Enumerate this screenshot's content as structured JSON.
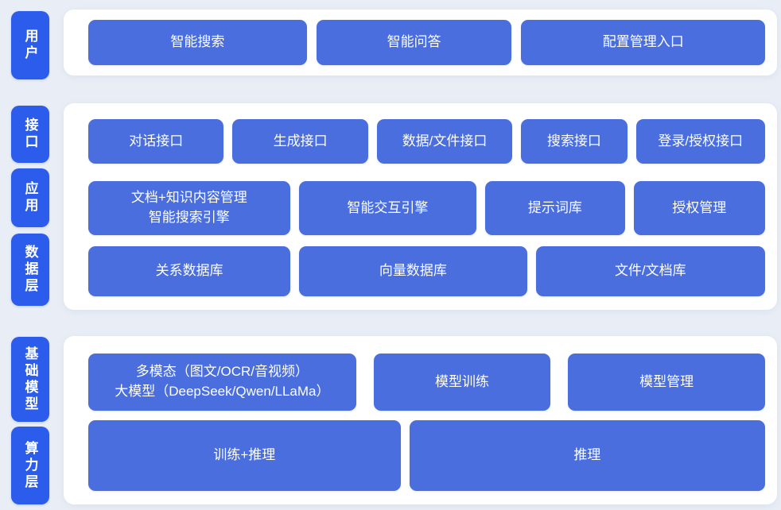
{
  "colors": {
    "page_bg": "#e9eef6",
    "panel_bg": "#ffffff",
    "rail_blue": "#2b5ceb",
    "block_blue": "#4a6edd",
    "text_white": "#ffffff"
  },
  "rail": {
    "user": "用户",
    "interface": "接口",
    "application": "应用",
    "data": "数据层",
    "foundation_model": "基础模型",
    "compute": "算力层"
  },
  "user_layer": {
    "buttons": [
      "智能搜索",
      "智能问答",
      "配置管理入口"
    ]
  },
  "interface_layer": {
    "buttons": [
      "对话接口",
      "生成接口",
      "数据/文件接口",
      "搜索接口",
      "登录/授权接口"
    ]
  },
  "application_layer": {
    "buttons": [
      "文档+知识内容管理\n智能搜索引擎",
      "智能交互引擎",
      "提示词库",
      "授权管理"
    ]
  },
  "data_layer": {
    "buttons": [
      "关系数据库",
      "向量数据库",
      "文件/文档库"
    ]
  },
  "foundation_model_layer": {
    "buttons": [
      "多模态（图文/OCR/音视频）\n大模型（DeepSeek/Qwen/LLaMa）",
      "模型训练",
      "模型管理"
    ]
  },
  "compute_layer": {
    "buttons": [
      "训练+推理",
      "推理"
    ]
  }
}
